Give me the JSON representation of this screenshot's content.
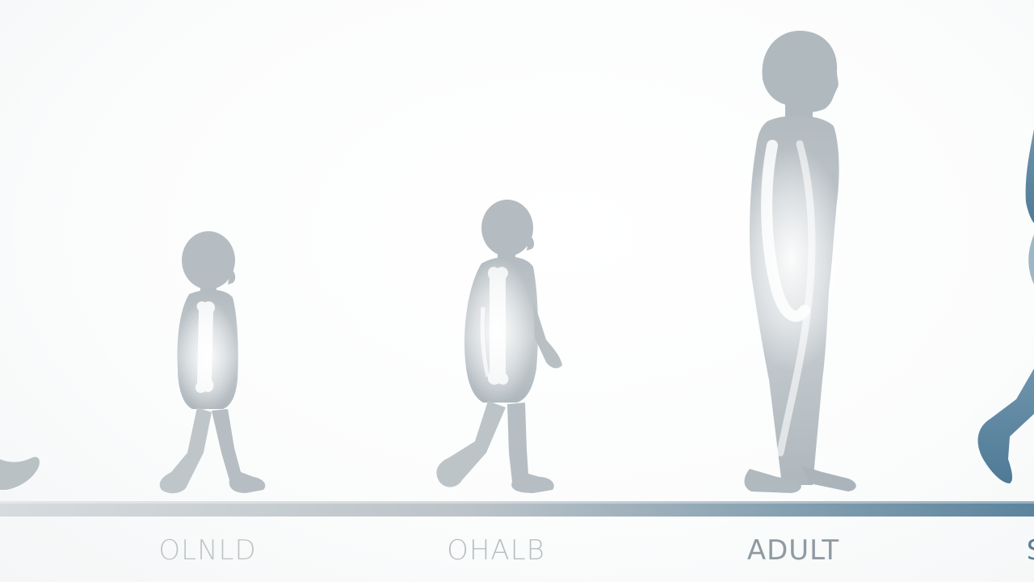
{
  "labels": {
    "stage_1": "OLNLD",
    "stage_2": "OHALB",
    "stage_3": "ADULT",
    "stage_4": "S"
  },
  "colors": {
    "silhouette": "#b4bcc1",
    "silhouette_dark": "#a3adb3",
    "elder_blue": "#5e87a3",
    "timeline_start": "#d3d8db",
    "timeline_end": "#5f87a0",
    "bone_glow": "#ffffff"
  },
  "icons": {
    "figure_1": "toddler-silhouette",
    "figure_2": "child-silhouette",
    "figure_3": "adult-silhouette",
    "figure_4": "elder-silhouette"
  }
}
